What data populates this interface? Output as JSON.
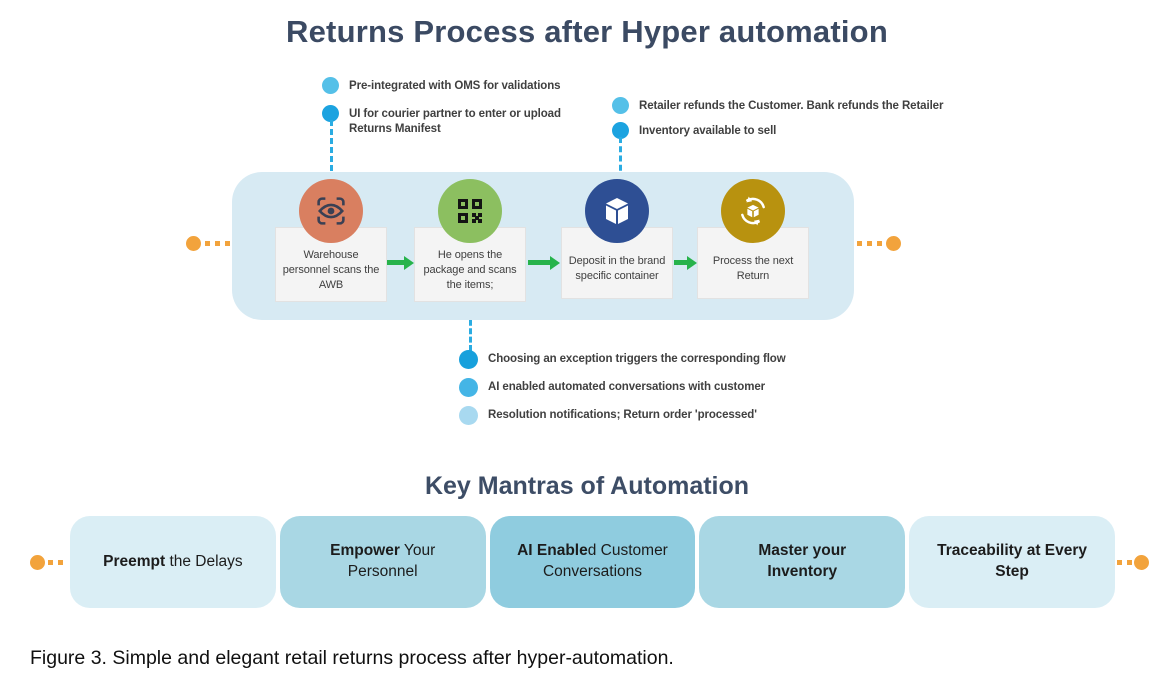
{
  "title": "Returns Process after Hyper automation",
  "annotations": {
    "top_left": [
      {
        "label": "Pre-integrated with OMS for validations",
        "dot_color": "#55c0e8"
      },
      {
        "label": "UI for courier partner to enter or upload Returns Manifest",
        "dot_color": "#1ca3e0"
      }
    ],
    "top_right": [
      {
        "label": "Retailer refunds the Customer. Bank refunds the Retailer",
        "dot_color": "#55c0e8"
      },
      {
        "label": "Inventory available to sell",
        "dot_color": "#1ca3e0"
      }
    ],
    "bottom": [
      {
        "label": "Choosing an exception triggers the corresponding flow",
        "dot_color": "#17a0dc"
      },
      {
        "label": "AI enabled automated conversations with customer",
        "dot_color": "#44b5e6"
      },
      {
        "label": "Resolution notifications; Return order 'processed'",
        "dot_color": "#a8d9f0"
      }
    ]
  },
  "flow": {
    "container_color": "#d7eaf3",
    "arrow_color": "#27b34b",
    "connector_color": "#f2a33c",
    "dashed_line_color": "#2aace2",
    "steps": [
      {
        "icon": "eye-scan-icon",
        "circle_color": "#d97f60",
        "label": "Warehouse personnel scans the AWB"
      },
      {
        "icon": "qr-code-icon",
        "circle_color": "#8cbf60",
        "label": "He opens the package and scans the items;"
      },
      {
        "icon": "package-icon",
        "circle_color": "#2e4f94",
        "label": "Deposit in the brand specific container"
      },
      {
        "icon": "process-return-icon",
        "circle_color": "#b8920f",
        "label": "Process the next Return"
      }
    ]
  },
  "mantras": {
    "heading": "Key Mantras of Automation",
    "items": [
      {
        "bold": "Preempt",
        "rest": " the Delays",
        "bg": "#daeef5"
      },
      {
        "bold": "Empower",
        "rest": " Your Personnel",
        "bg": "#a9d7e4"
      },
      {
        "bold": "AI Enable",
        "rest": "d Customer Conversations",
        "bg": "#8fccdf"
      },
      {
        "bold": "Master your Inventory",
        "rest": "",
        "bg": "#a9d7e4"
      },
      {
        "bold": "Traceability at Every Step",
        "rest": "",
        "bg": "#daeef5"
      }
    ]
  },
  "caption": "Figure 3. Simple and elegant retail returns process after hyper-automation."
}
